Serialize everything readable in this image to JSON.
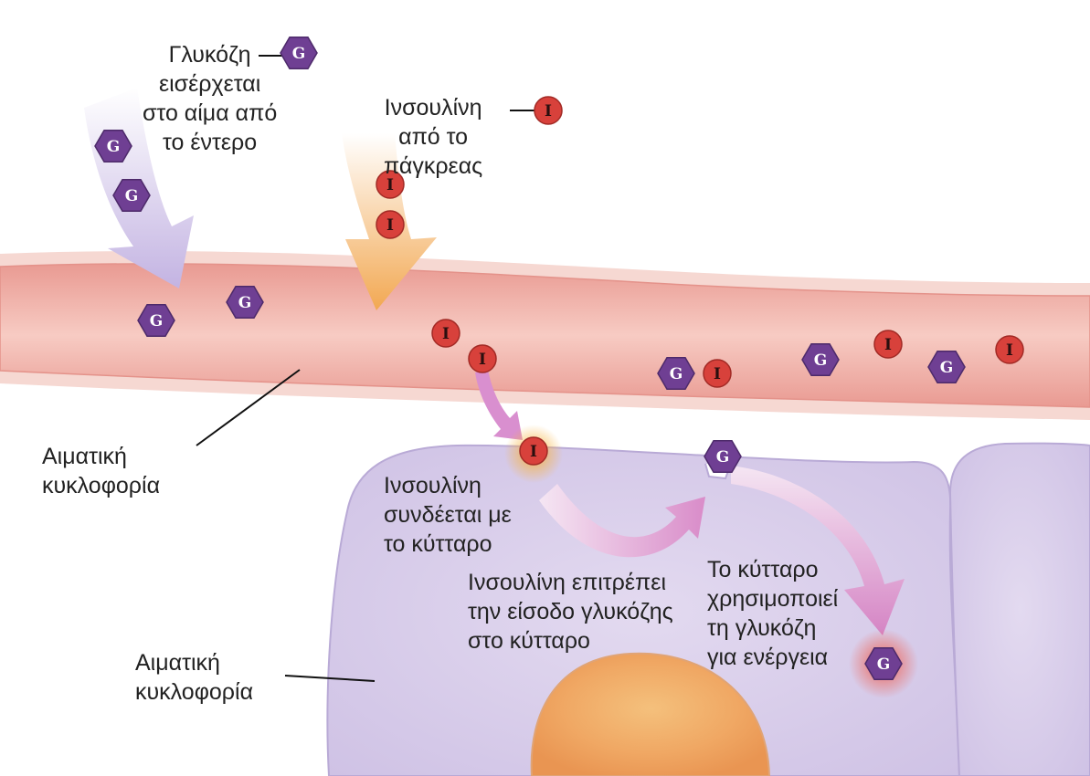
{
  "labels": {
    "glucose_enters": "Γλυκόζη\nεισέρχεται\nστο αίμα από\nτο έντερο",
    "insulin_from_pancreas": "Ινσουλίνη\nαπό το\nπάγκρεας",
    "blood_circulation_top": "Αιματική\nκυκλοφορία",
    "insulin_binds_cell": "Ινσουλίνη\nσυνδέεται με\nτο κύτταρο",
    "insulin_allows_glucose": "Ινσουλίνη επιτρέπει\nτην είσοδο γλυκόζης\nστο κύτταρο",
    "cell_uses_glucose": "Το κύτταρο\nχρησιμοποιεί\nτη γλυκόζη\nγια ενέργεια",
    "blood_circulation_bottom": "Αιματική\nκυκλοφορία"
  },
  "molecules": {
    "glucose_symbol": "G",
    "insulin_symbol": "I"
  },
  "colors": {
    "glucose_hex": "#6f3f93",
    "insulin_dot": "#d8413b",
    "vessel": "#ecaaa2",
    "cell": "#ddd3ec",
    "nucleus": "#f1b376",
    "glucose_arrow": "#cdbfe6",
    "insulin_arrow": "#f4b569",
    "binding_arrow": "#d99ad0"
  }
}
